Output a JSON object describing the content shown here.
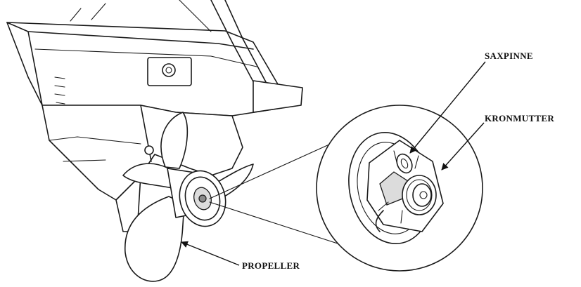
{
  "labels": {
    "saxpinne": "SAXPINNE",
    "kronmutter": "KRONMUTTER",
    "propeller": "PROPELLER"
  },
  "colors": {
    "ink": "#1a1a1a",
    "background": "#ffffff"
  }
}
